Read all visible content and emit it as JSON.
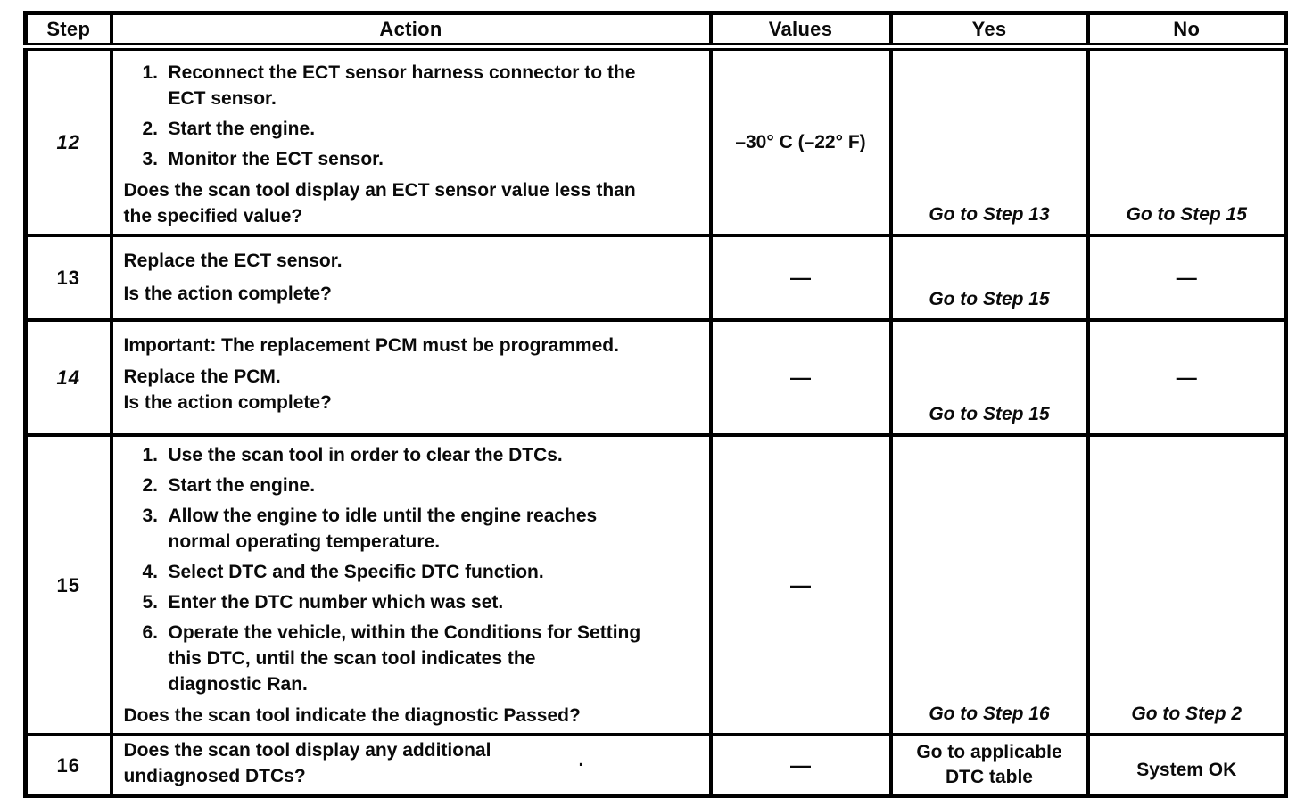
{
  "header": {
    "step": "Step",
    "action": "Action",
    "values": "Values",
    "yes": "Yes",
    "no": "No"
  },
  "rows": [
    {
      "step": "12",
      "items": [
        {
          "n": "1.",
          "lines": [
            "Reconnect the ECT sensor harness connector to the",
            "ECT sensor."
          ]
        },
        {
          "n": "2.",
          "lines": [
            "Start the engine."
          ]
        },
        {
          "n": "3.",
          "lines": [
            "Monitor the ECT sensor."
          ]
        }
      ],
      "question_lines": [
        "Does the scan tool display an ECT sensor value less than",
        "the specified value?"
      ],
      "values": "–30° C (–22° F)",
      "yes": "Go to Step 13",
      "no": "Go to Step 15"
    },
    {
      "step": "13",
      "lines": [
        "Replace the ECT sensor.",
        "Is the action complete?"
      ],
      "values": "—",
      "yes": "Go to Step 15",
      "no": "—"
    },
    {
      "step": "14",
      "important_label": "Important:",
      "important_text": "The replacement PCM must be programmed.",
      "lines": [
        "Replace the PCM.",
        "Is the action complete?"
      ],
      "values": "—",
      "yes": "Go to Step 15",
      "no": "—"
    },
    {
      "step": "15",
      "items": [
        {
          "n": "1.",
          "lines": [
            "Use the scan tool in order to clear the DTCs."
          ]
        },
        {
          "n": "2.",
          "lines": [
            "Start the engine."
          ]
        },
        {
          "n": "3.",
          "lines": [
            "Allow the engine to idle until the engine reaches",
            "normal operating temperature."
          ]
        },
        {
          "n": "4.",
          "lines": [
            "Select DTC and the Specific DTC function."
          ]
        },
        {
          "n": "5.",
          "lines": [
            "Enter the DTC number which was set."
          ]
        },
        {
          "n": "6.",
          "lines": [
            "Operate the vehicle, within the Conditions for Setting",
            "this DTC, until the scan tool indicates the",
            "diagnostic Ran."
          ]
        }
      ],
      "question_lines": [
        "Does the scan tool indicate the diagnostic Passed?"
      ],
      "values": "—",
      "yes": "Go to Step 16",
      "no": "Go to Step 2"
    },
    {
      "step": "16",
      "lines": [
        "Does the scan tool display any additional",
        "undiagnosed DTCs?"
      ],
      "values": "—",
      "yes_lines": [
        "Go to applicable",
        "DTC table"
      ],
      "no": "System OK",
      "artifact": "."
    }
  ]
}
